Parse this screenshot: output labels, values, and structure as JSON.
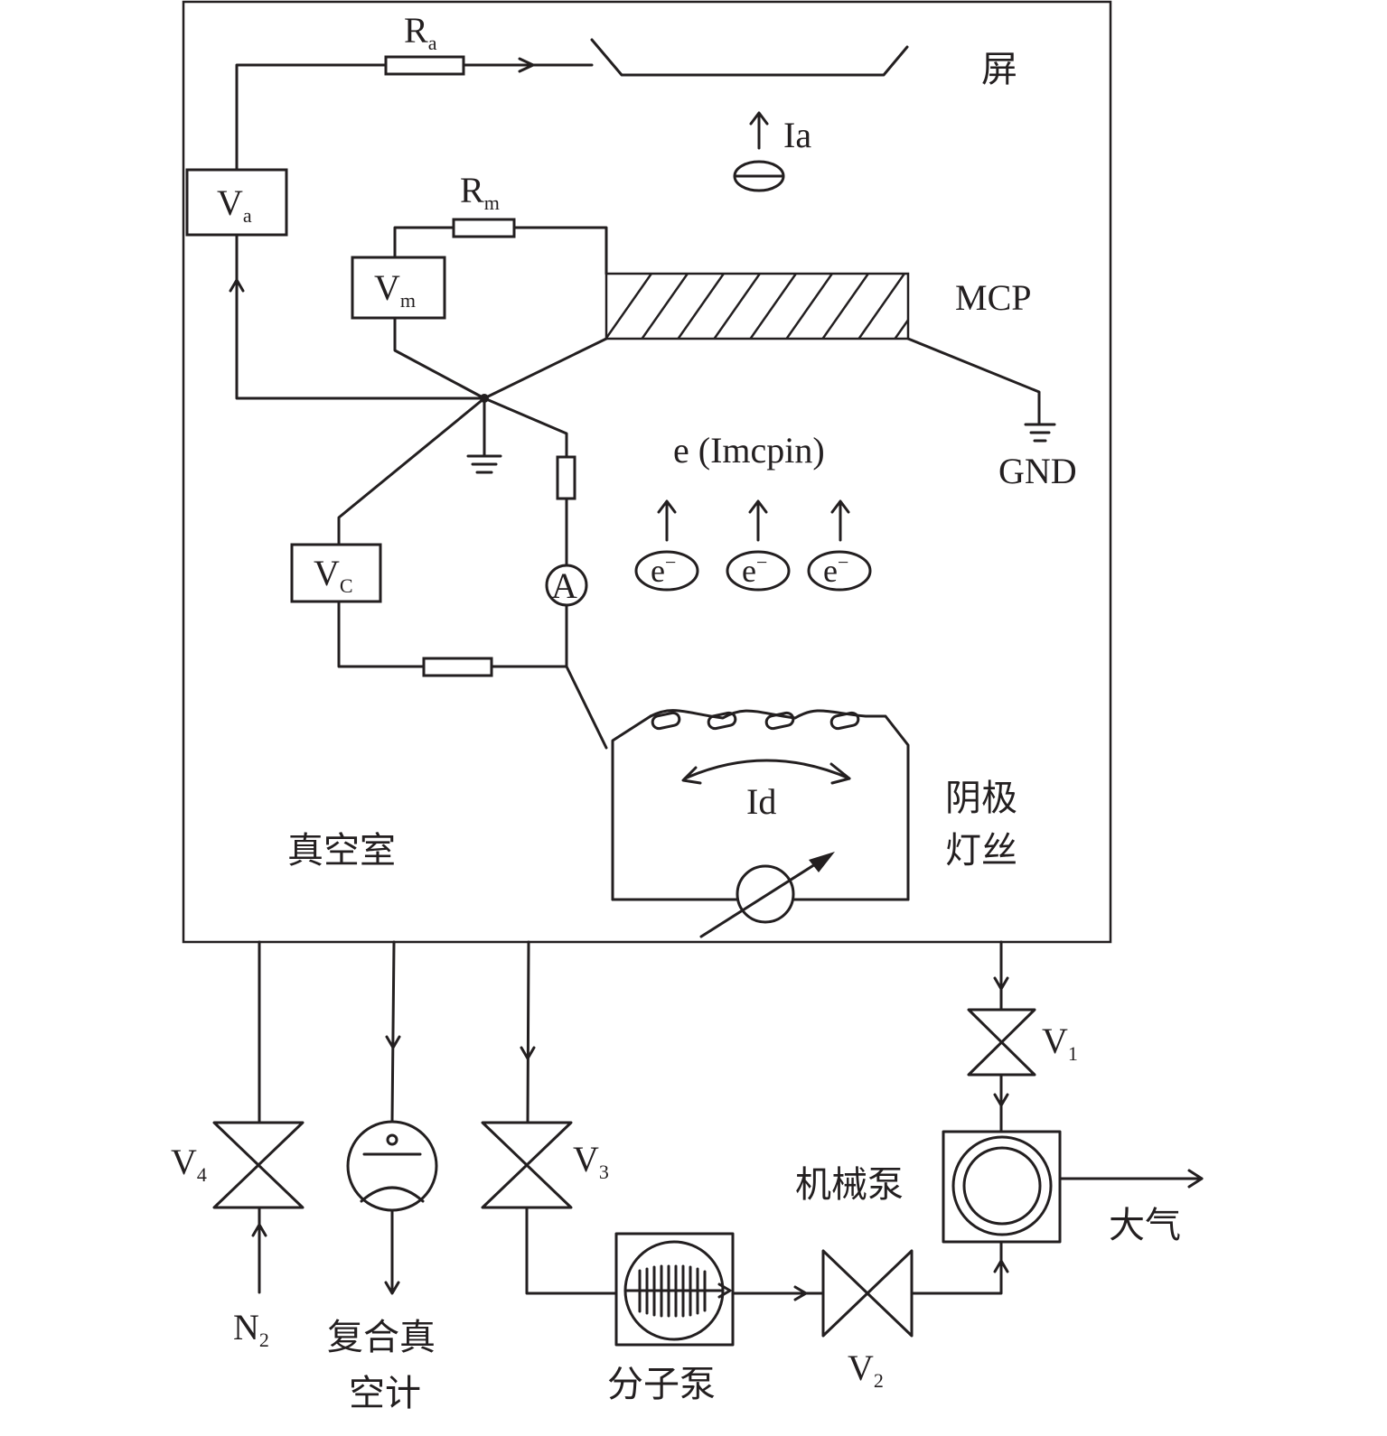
{
  "labels": {
    "ra": "R",
    "ra_sub": "a",
    "screen": "屏",
    "ia": "Ia",
    "va": "V",
    "va_sub": "a",
    "rm": "R",
    "rm_sub": "m",
    "vm": "V",
    "vm_sub": "m",
    "mcp": "MCP",
    "gnd": "GND",
    "e_imcpin": "e (Imcpin)",
    "electron": "e",
    "electron_sup": "−",
    "vc": "V",
    "vc_sub": "C",
    "ammeter": "A",
    "id": "Id",
    "cathode_line1": "阴极",
    "cathode_line2": "灯丝",
    "vacuum_chamber": "真空室",
    "v1": "V",
    "v1_sub": "1",
    "v2": "V",
    "v2_sub": "2",
    "v3": "V",
    "v3_sub": "3",
    "v4": "V",
    "v4_sub": "4",
    "n2": "N",
    "n2_sub": "2",
    "gauge_line1": "复合真",
    "gauge_line2": "空计",
    "molecular_pump": "分子泵",
    "mechanical_pump": "机械泵",
    "atmosphere": "大气"
  }
}
